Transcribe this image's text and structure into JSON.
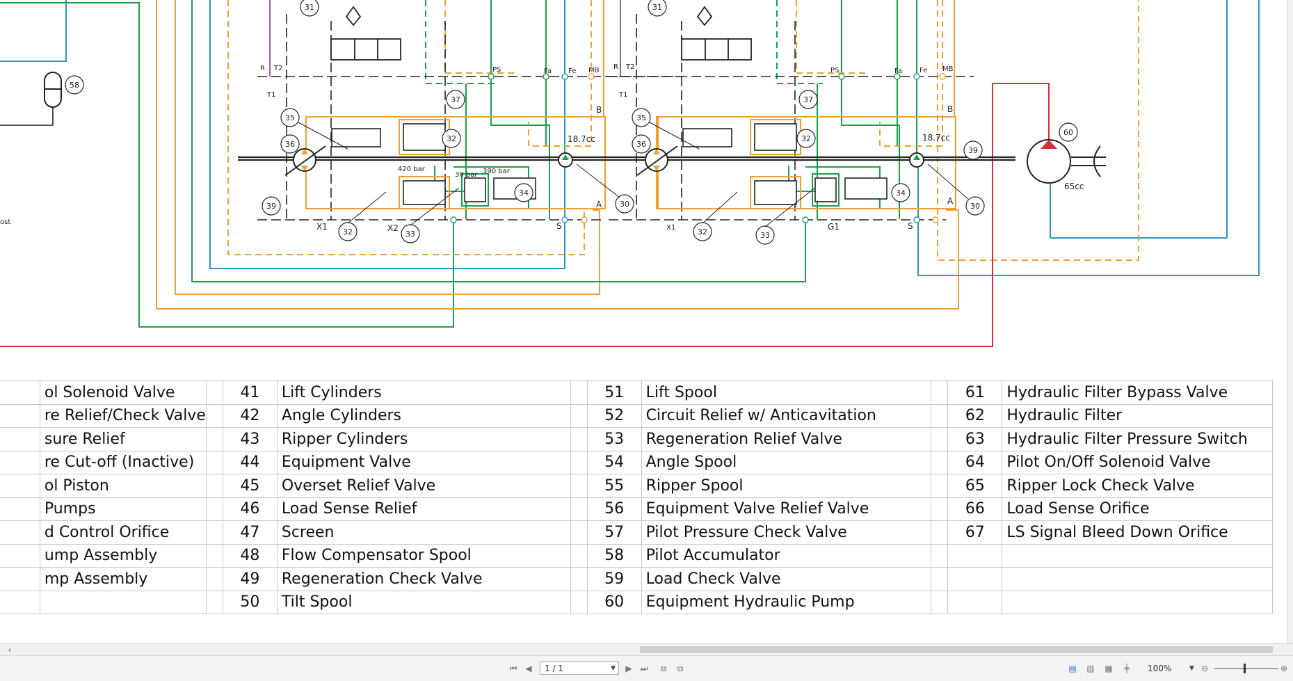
{
  "diagram": {
    "labels": {
      "displacement_left": "18.7cc",
      "displacement_right": "18.7cc",
      "pump_displacement": "65cc",
      "pressure_420": "420 bar",
      "pressure_30": "30 bar",
      "pressure_390": "390 bar",
      "port_r": "R",
      "port_t2": "T2",
      "port_t1": "T1",
      "port_r_2": "R",
      "port_t2_2": "T2",
      "port_t1_2": "T1",
      "port_ps": "PS",
      "port_fa": "Fa",
      "port_fe": "Fe",
      "port_mb": "MB",
      "port_ps_2": "PS",
      "port_fa_2": "Fa",
      "port_fe_2": "Fe",
      "port_mb_2": "MB",
      "port_b": "B",
      "port_a": "A",
      "port_b_2": "B",
      "port_a_2": "A",
      "port_x1": "X1",
      "port_x2": "X2",
      "port_x1_2": "X1",
      "port_g1": "G1",
      "port_s": "S",
      "port_s_2": "S",
      "cut_text": "ost"
    },
    "callouts": [
      "31",
      "31",
      "58",
      "37",
      "37",
      "35",
      "35",
      "36",
      "36",
      "32",
      "32",
      "39",
      "39",
      "30",
      "30",
      "32",
      "32",
      "33",
      "33",
      "34",
      "34",
      "60"
    ]
  },
  "legend": {
    "rows": [
      [
        "",
        "ol Solenoid Valve",
        "41",
        "Lift Cylinders",
        "51",
        "Lift Spool",
        "61",
        "Hydraulic Filter Bypass Valve"
      ],
      [
        "",
        "re Relief/Check Valve",
        "42",
        "Angle Cylinders",
        "52",
        "Circuit Relief w/ Anticavitation",
        "62",
        "Hydraulic Filter"
      ],
      [
        "",
        "sure Relief",
        "43",
        "Ripper Cylinders",
        "53",
        "Regeneration Relief Valve",
        "63",
        "Hydraulic Filter Pressure Switch"
      ],
      [
        "",
        "re Cut-off (Inactive)",
        "44",
        "Equipment Valve",
        "54",
        "Angle Spool",
        "64",
        "Pilot On/Off Solenoid Valve"
      ],
      [
        "",
        "ol Piston",
        "45",
        "Overset Relief Valve",
        "55",
        "Ripper Spool",
        "65",
        "Ripper Lock Check Valve"
      ],
      [
        "",
        "Pumps",
        "46",
        "Load Sense Relief",
        "56",
        "Equipment Valve Relief Valve",
        "66",
        "Load Sense Orifice"
      ],
      [
        "",
        "d Control Orifice",
        "47",
        "Screen",
        "57",
        "Pilot Pressure Check Valve",
        "67",
        "LS Signal Bleed Down Orifice"
      ],
      [
        "",
        "ump Assembly",
        "48",
        "Flow Compensator Spool",
        "58",
        "Pilot Accumulator",
        "",
        ""
      ],
      [
        "",
        "mp Assembly",
        "49",
        "Regeneration Check Valve",
        "59",
        "Load Check Valve",
        "",
        ""
      ],
      [
        "",
        "",
        "50",
        "Tilt Spool",
        "60",
        "Equipment Hydraulic Pump",
        "",
        ""
      ]
    ]
  },
  "viewer": {
    "page_indicator": "1 / 1",
    "zoom": "100%",
    "scroll_left_glyph": "‹"
  },
  "colors": {
    "orange": "#f0a030",
    "green": "#1aa04a",
    "blue": "#2a98c4",
    "red": "#d03040",
    "purple": "#9a5fb0",
    "black": "#222222"
  }
}
